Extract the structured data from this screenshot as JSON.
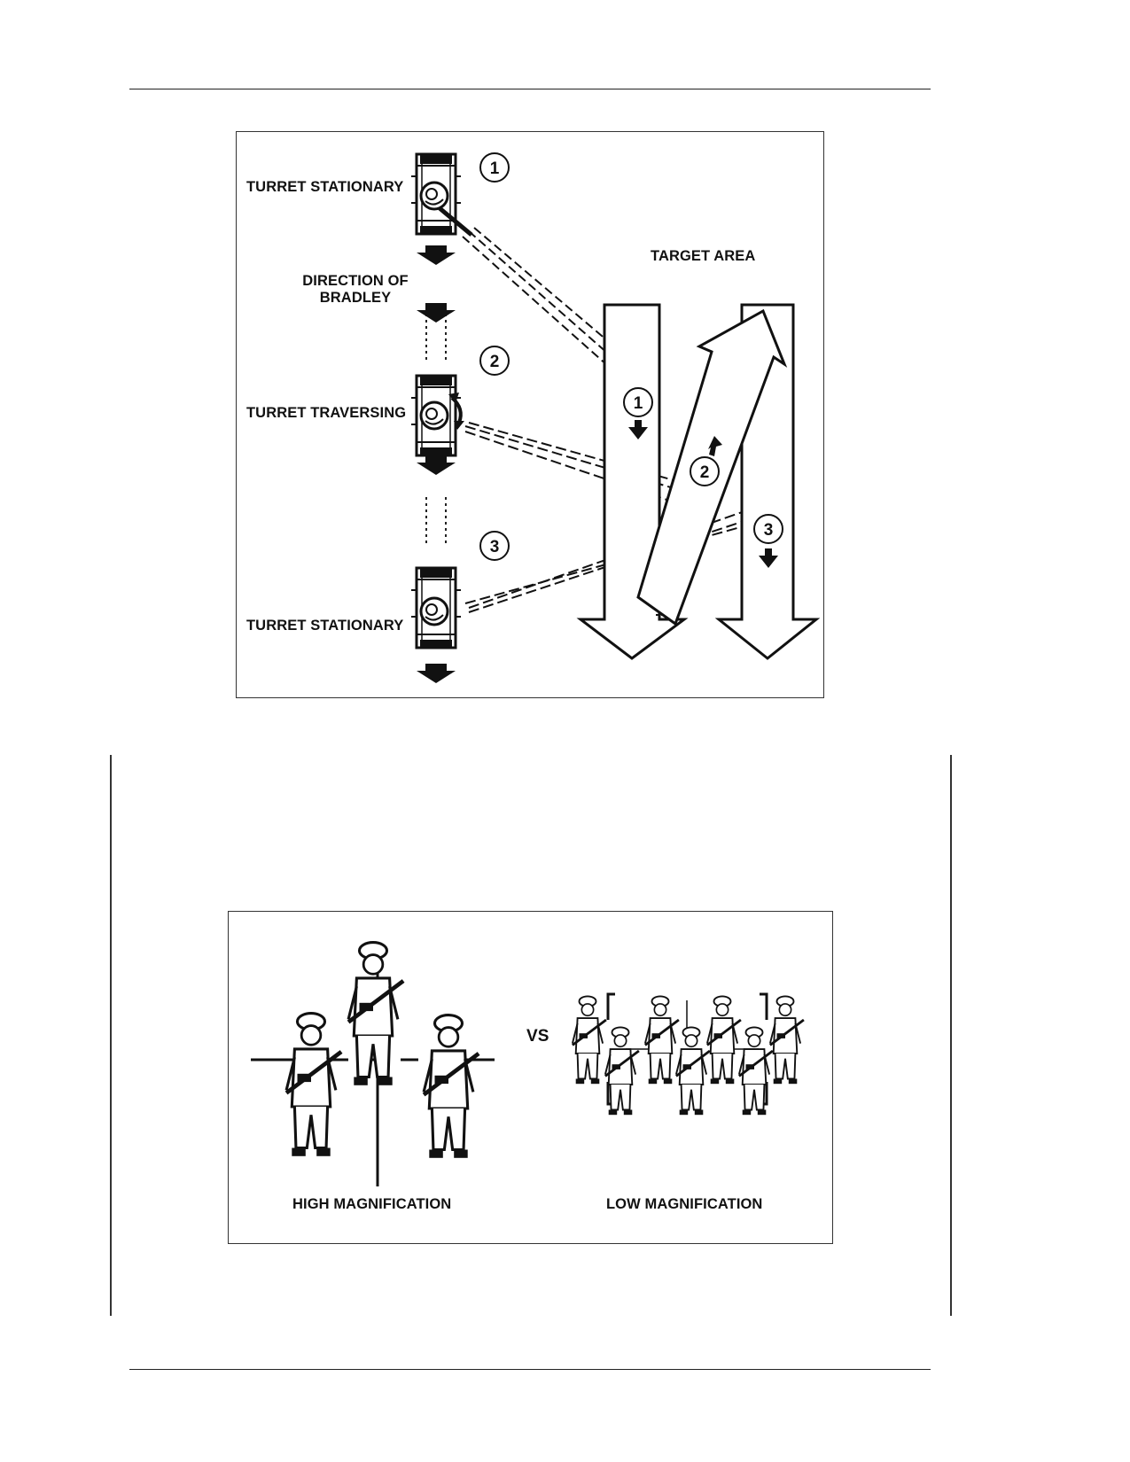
{
  "figure_top": {
    "labels": {
      "turret_stationary_1": "TURRET STATIONARY",
      "direction_line1": "DIRECTION OF",
      "direction_line2": "BRADLEY",
      "turret_traversing": "TURRET TRAVERSING",
      "turret_stationary_3": "TURRET STATIONARY",
      "target_area": "TARGET AREA"
    },
    "markers": [
      "1",
      "2",
      "3"
    ]
  },
  "figure_bottom": {
    "labels": {
      "high": "HIGH MAGNIFICATION",
      "vs": "VS",
      "low": "LOW MAGNIFICATION"
    }
  }
}
